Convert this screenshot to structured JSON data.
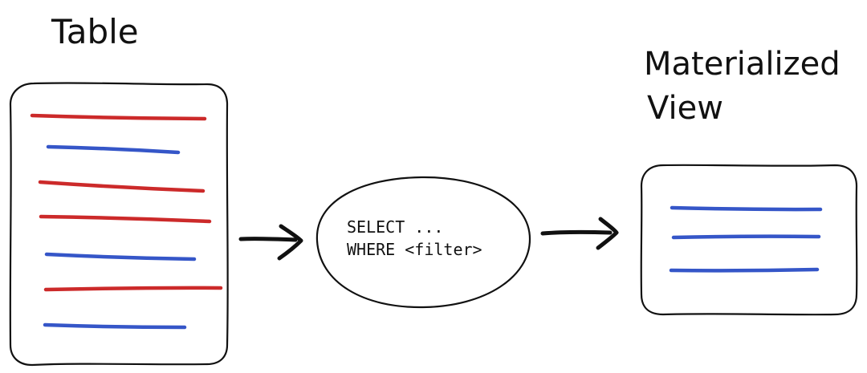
{
  "labels": {
    "table_title": "Table",
    "view_title_line1": "Materialized",
    "view_title_line2": "View"
  },
  "query": {
    "line1": "SELECT ...",
    "line2": "WHERE <filter>"
  },
  "table_rows": [
    "red",
    "blue",
    "red",
    "red",
    "blue",
    "red",
    "blue"
  ],
  "view_rows": [
    "blue",
    "blue",
    "blue"
  ],
  "colors": {
    "red": "#cc2a2a",
    "blue": "#3556c8",
    "ink": "#111111"
  }
}
